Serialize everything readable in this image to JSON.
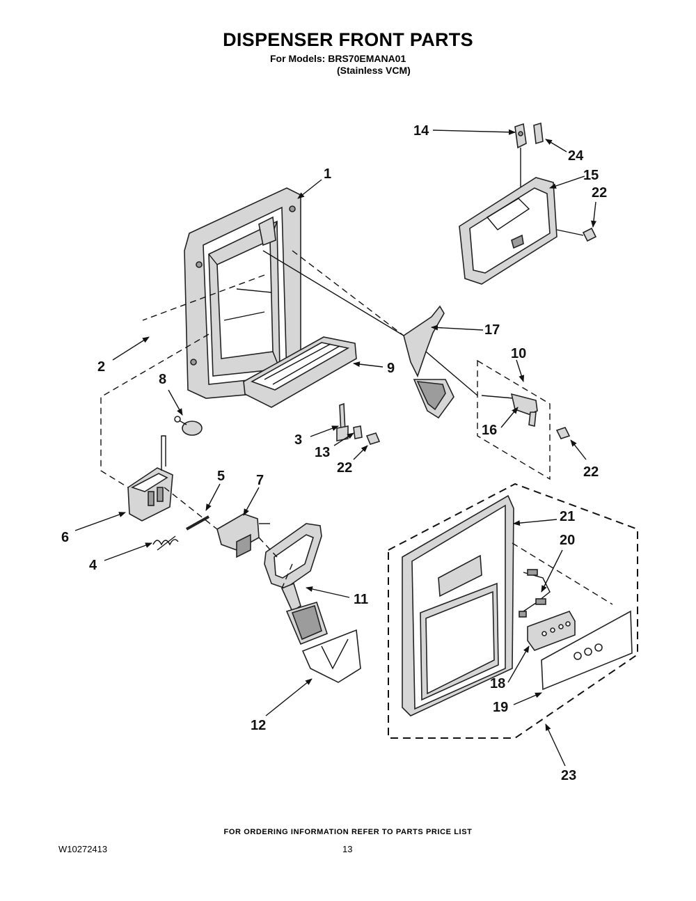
{
  "header": {
    "title": "DISPENSER FRONT PARTS",
    "models_line": "For Models: BRS70EMANA01",
    "models_sub": "(Stainless VCM)"
  },
  "callouts": [
    "1",
    "2",
    "3",
    "4",
    "5",
    "6",
    "7",
    "8",
    "9",
    "10",
    "11",
    "12",
    "13",
    "14",
    "15",
    "16",
    "17",
    "18",
    "19",
    "20",
    "21",
    "22",
    "23",
    "24"
  ],
  "footer": {
    "note": "FOR ORDERING INFORMATION REFER TO PARTS PRICE LIST",
    "doc_number": "W10272413",
    "page_number": "13"
  }
}
